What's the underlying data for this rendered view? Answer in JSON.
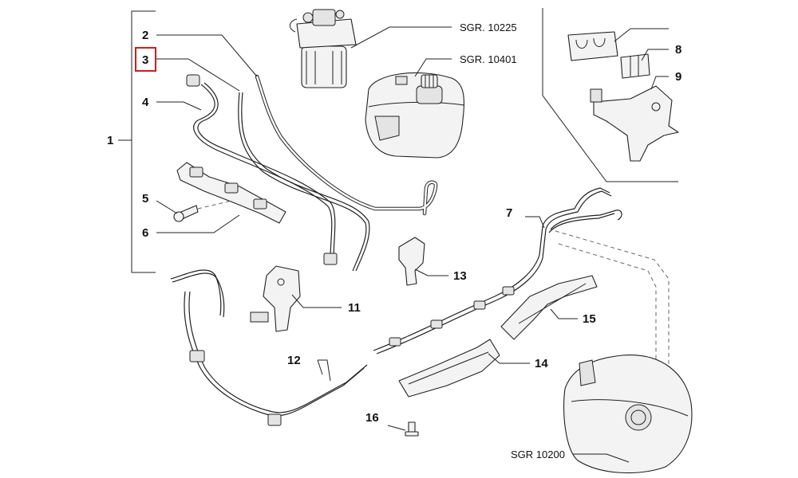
{
  "diagram": {
    "accent_color": "#cc1f1f",
    "callouts": {
      "n1": "1",
      "n2": "2",
      "n3": "3",
      "n4": "4",
      "n5": "5",
      "n6": "6",
      "n7": "7",
      "n8": "8",
      "n9": "9",
      "n11": "11",
      "n12": "12",
      "n13": "13",
      "n14": "14",
      "n15": "15",
      "n16": "16"
    },
    "highlighted_callout": "3",
    "group_refs": {
      "fuel_filter": "SGR. 10225",
      "expansion_tank": "SGR. 10401",
      "fuel_tank": "SGR 10200"
    }
  }
}
